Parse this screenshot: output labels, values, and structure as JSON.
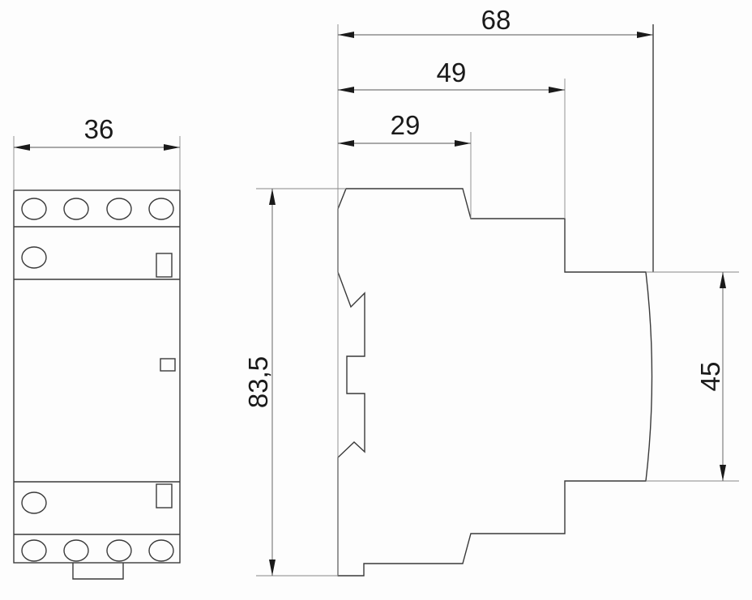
{
  "front_view": {
    "width_label": "36",
    "top_terminals": 4,
    "bottom_terminals": 4
  },
  "side_view": {
    "depth_labels": [
      "68",
      "49",
      "29"
    ],
    "height_label": "83,5",
    "front_height_label": "45"
  },
  "colors": {
    "line": "#3a3a3a",
    "background": "#fdfdfd"
  }
}
